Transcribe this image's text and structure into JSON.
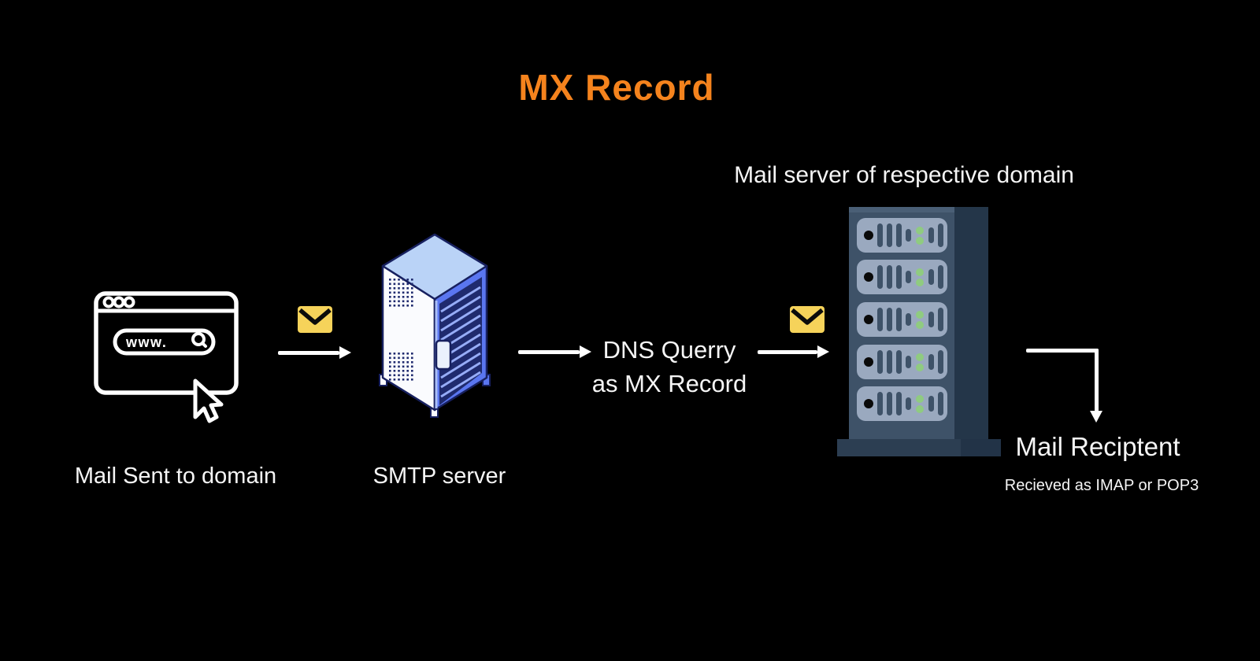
{
  "title": {
    "text": "MX Record",
    "color": "#F5831D"
  },
  "flow": {
    "sender": {
      "label": "Mail Sent to domain",
      "browser_address": "www."
    },
    "smtp": {
      "label": "SMTP server"
    },
    "dns_query": {
      "line1": "DNS Querry",
      "line2": "as MX Record"
    },
    "mail_server": {
      "label": "Mail server of respective domain"
    },
    "recipient": {
      "label": "Mail Reciptent",
      "sublabel": "Recieved as IMAP or POP3"
    }
  },
  "colors": {
    "background": "#000000",
    "accent_orange": "#F5831D",
    "text_white": "#F5F5F5",
    "arrow_white": "#FFFFFF",
    "envelope_yellow": "#F6D35A",
    "envelope_flap_black": "#0B0B0B",
    "smtp_top_blue": "#BAD3F7",
    "smtp_side_white": "#FAFBFE",
    "smtp_front_blue": "#5A76F0",
    "smtp_outline_navy": "#17205F",
    "smtp_slat_blue": "#96ACF7",
    "rack_body_slate": "#3E5268",
    "rack_side_dark": "#243649",
    "rack_pedestal": "#2C3E52",
    "rack_unit_gray": "#9AA9BF",
    "rack_bar_slate": "#3E5268",
    "rack_led_green": "#8FCB80"
  }
}
